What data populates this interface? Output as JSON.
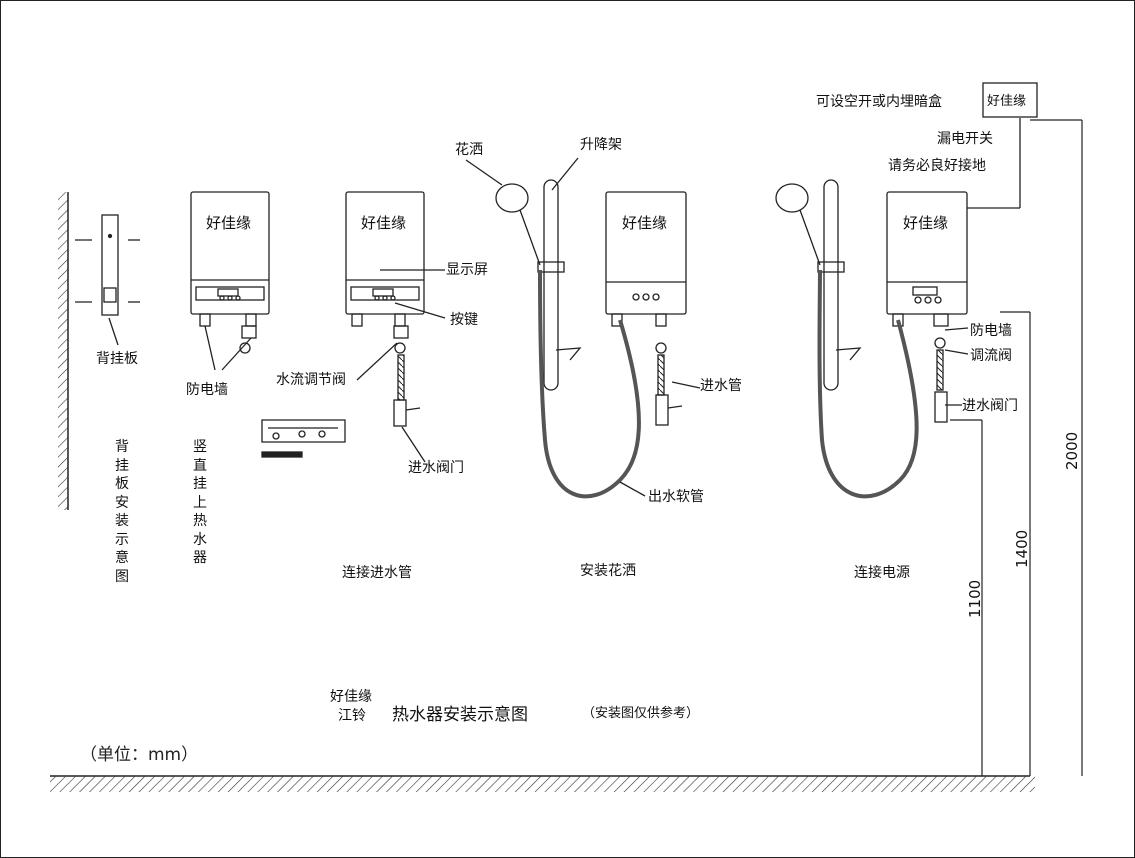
{
  "brand": "好佳缘",
  "labels": {
    "switch_box_note": "可设空开或内埋暗盒",
    "switch_box_brand": "好佳缘",
    "leakage_switch": "漏电开关",
    "grounding": "请务必良好接地",
    "shower_head": "花洒",
    "lift_bracket": "升降架",
    "display": "显示屏",
    "buttons": "按键",
    "flow_valve": "水流调节阀",
    "inlet_valve_1": "进水阀门",
    "inlet_pipe": "进水管",
    "outlet_hose": "出水软管",
    "anti_shock_wall_1": "防电墙",
    "anti_shock_wall_2": "防电墙",
    "regulator_valve": "调流阀",
    "inlet_valve_2": "进水阀门",
    "back_plate": "背挂板"
  },
  "vertical_captions": {
    "back_plate_install": "背挂板安装示意图",
    "hang_heater": "竖直挂上热水器"
  },
  "step_captions": {
    "connect_inlet": "连接进水管",
    "install_shower": "安装花洒",
    "connect_power": "连接电源"
  },
  "dimensions": [
    "2000",
    "1400",
    "1100"
  ],
  "footer": {
    "brand_line1": "好佳缘",
    "brand_line2": "江铃",
    "title": "热水器安装示意图",
    "note": "（安装图仅供参考）",
    "unit": "（单位：mm）"
  }
}
